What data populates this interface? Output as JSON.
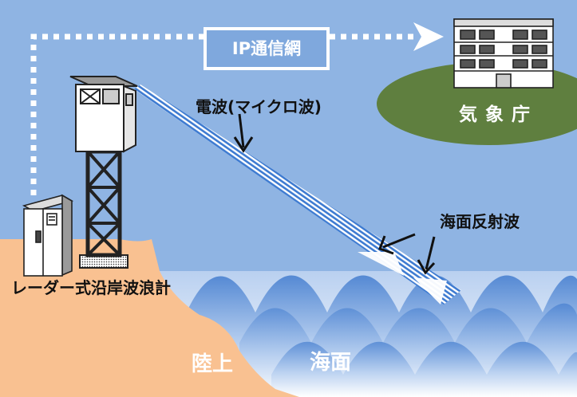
{
  "labels": {
    "network": "IP通信網",
    "agency": "気象庁",
    "radio_wave": "電波(マイクロ波)",
    "sea_reflection": "海面反射波",
    "meter": "レーダー式沿岸波浪計",
    "land": "陸上",
    "sea": "海面"
  },
  "colors": {
    "sky": "#8fb4e3",
    "land": "#f9c191",
    "island": "#5f7f3f",
    "beam": "#3e7bd1",
    "network_line": "#ffffff"
  },
  "icons": {
    "agency_building": "office-building-icon",
    "radar_tower": "radar-tower-icon",
    "control_cabinet": "cabinet-icon"
  }
}
